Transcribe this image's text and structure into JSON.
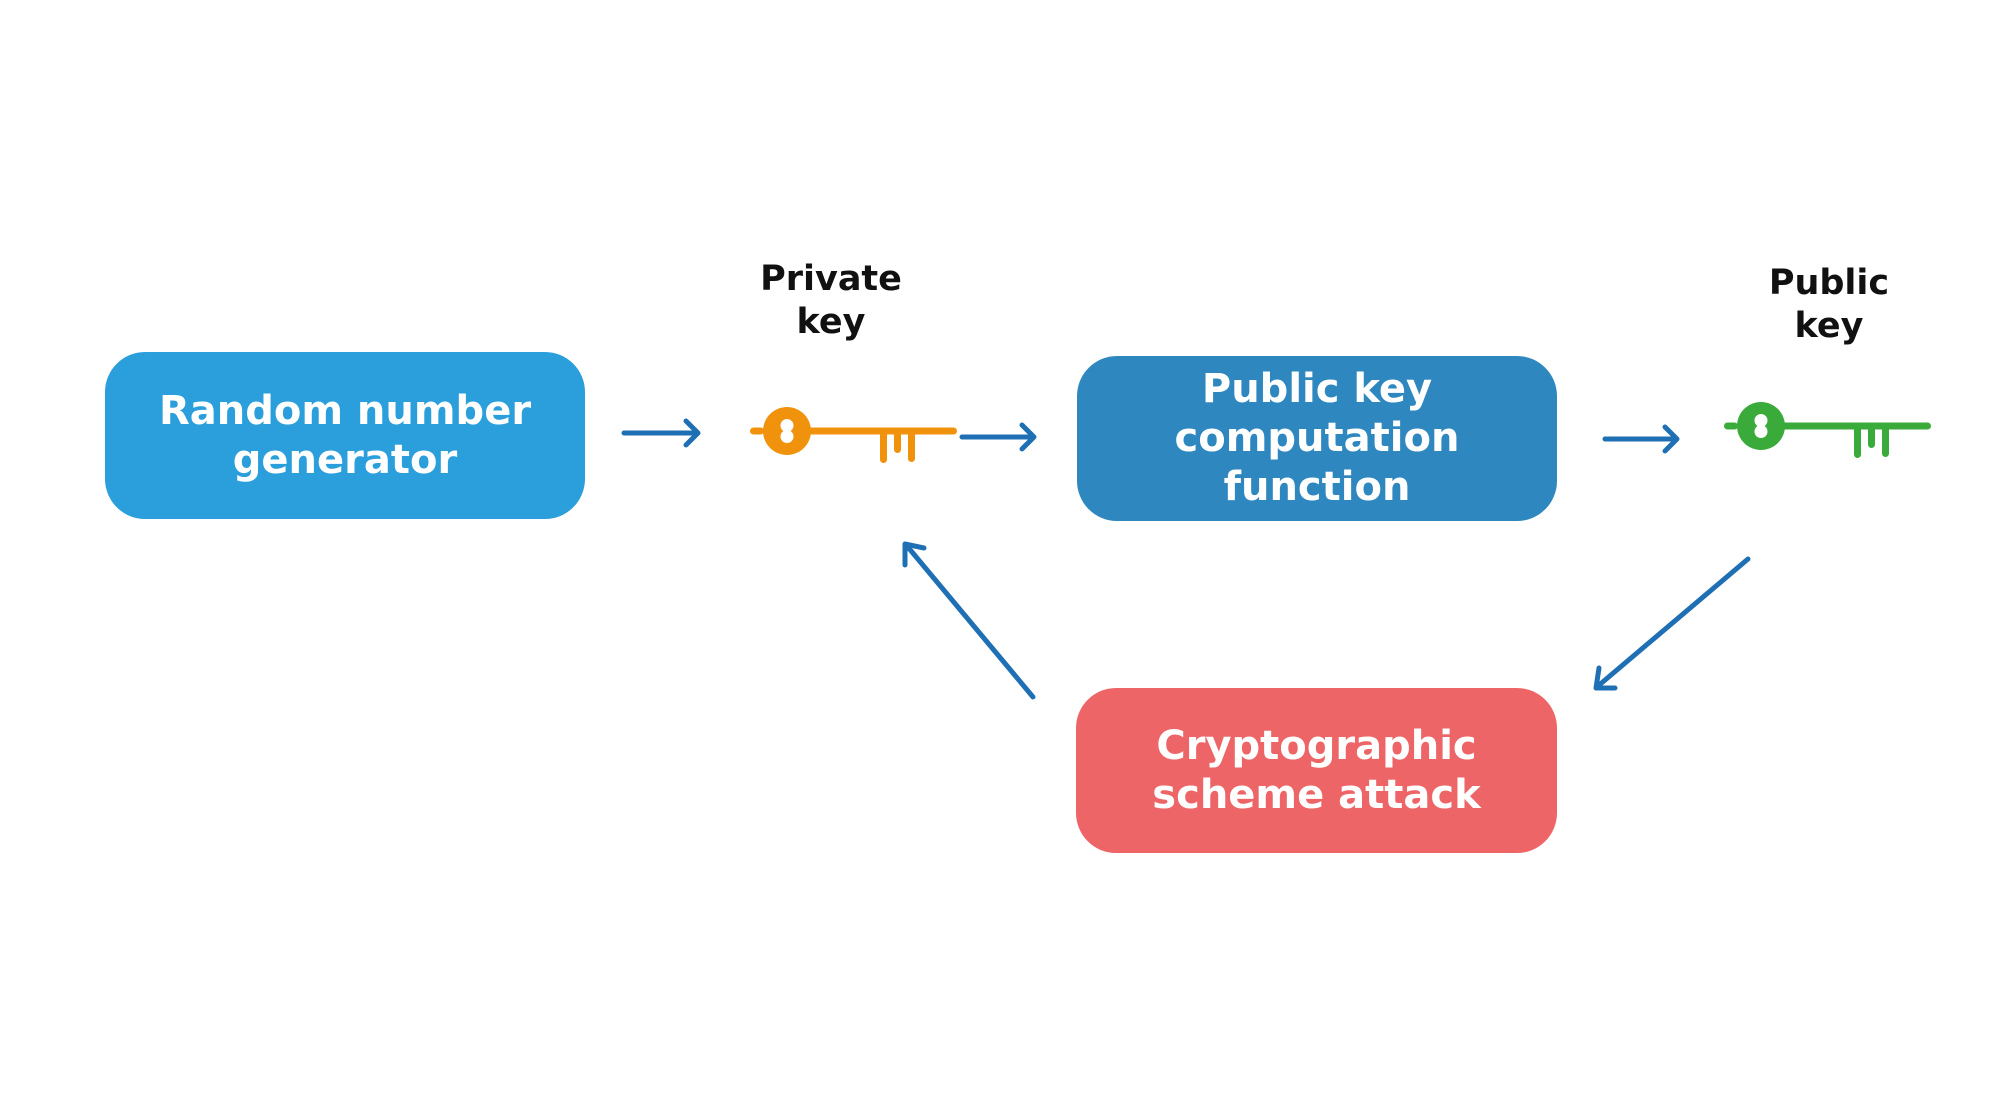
{
  "nodes": {
    "random_generator": {
      "lines": [
        "Random number",
        "generator"
      ],
      "color": "#2b9fdb"
    },
    "public_key_function": {
      "lines": [
        "Public key",
        "computation function"
      ],
      "color": "#2f87c0"
    },
    "attack": {
      "lines": [
        "Cryptographic",
        "scheme attack"
      ],
      "color": "#ed6566"
    }
  },
  "keys": {
    "private": {
      "label_lines": [
        "Private",
        "key"
      ],
      "icon": "key-icon",
      "color": "#f0920c"
    },
    "public": {
      "label_lines": [
        "Public",
        "key"
      ],
      "icon": "key-icon",
      "color": "#3aab3b"
    }
  },
  "arrow_color": "#1f6fb5"
}
